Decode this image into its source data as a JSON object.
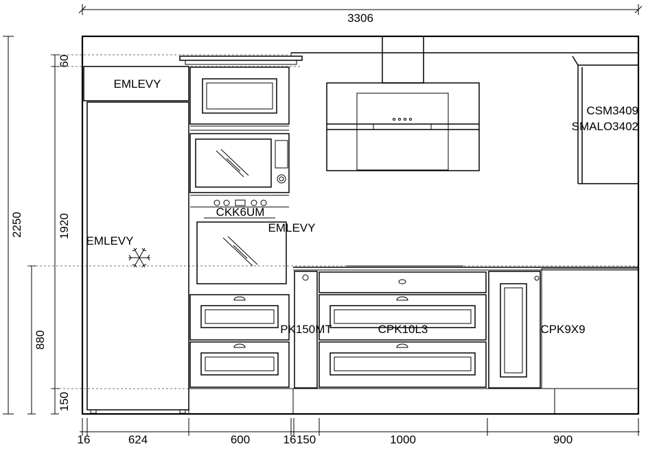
{
  "dimensions": {
    "overall_width": "3306",
    "overall_height": "2250",
    "tall_height": "1920",
    "base_height": "880",
    "plinth": "150",
    "top_strip": "60",
    "bottom": [
      "16",
      "624",
      "600",
      "16",
      "150",
      "1000",
      "900"
    ]
  },
  "labels": {
    "fridge_top": "EMLEVY",
    "fridge": "EMLEVY",
    "tall_unit": "CKK6UM",
    "tall_unit_side": "EMLEVY",
    "narrow_base": "PK150MT",
    "drawer_base": "CPK10L3",
    "corner_base": "CPK9X9",
    "wall_unit_1": "CSM3409",
    "wall_unit_2": "SMALO3402"
  },
  "icons": {
    "freezer": "snowflake-icon",
    "handles": "cup-handle-icon",
    "knob": "knob-icon"
  }
}
